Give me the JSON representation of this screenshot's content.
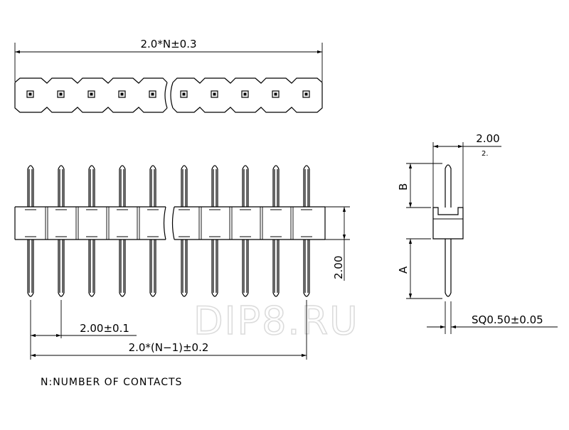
{
  "diagram": {
    "dim_total_width": "2.0*N±0.3",
    "dim_pitch": "2.00±0.1",
    "dim_span": "2.0*(N−1)±0.2",
    "dim_body_height": "2.00",
    "dim_side_width": "2.00",
    "dim_side_small": "2.",
    "dim_pin_square": "SQ0.50±0.05",
    "label_b": "B",
    "label_a": "A",
    "note": "N:NUMBER OF CONTACTS",
    "watermark": "DIP8.RU",
    "colors": {
      "line": "#000000",
      "watermark": "#dcdcdc"
    }
  }
}
